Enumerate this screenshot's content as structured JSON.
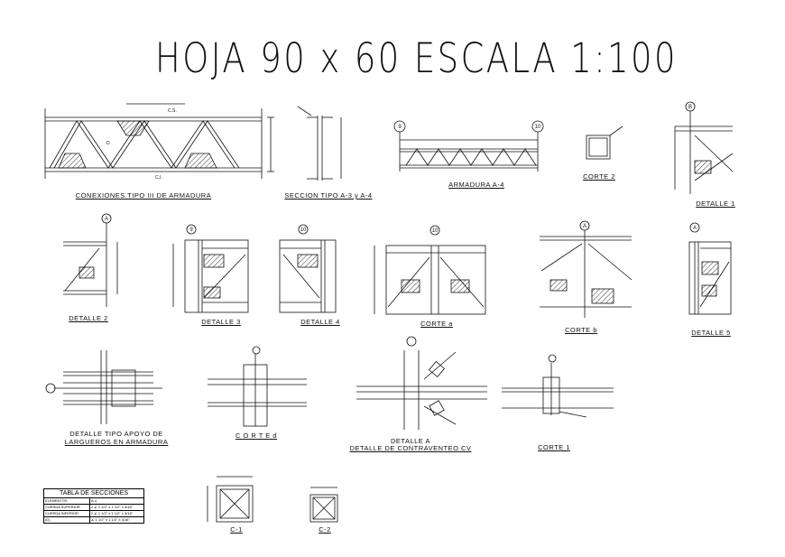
{
  "title": "HOJA  90 x 60 ESCALA  1:100",
  "labels": {
    "conexiones": "CONEXIONES TIPO III DE ARMADURA",
    "seccion_tipo": "SECCION TIPO A-3  y A-4",
    "armadura": "ARMADURA A-4",
    "corte2": "CORTE 2",
    "detalle1": "DETALLE 1",
    "detalle2": "DETALLE 2",
    "detalle3": "DETALLE 3",
    "detalle4": "DETALLE 4",
    "corte_a": "CORTE a",
    "corte_b": "CORTE b",
    "detalle5": "DETALLE 5",
    "detalle_tipo_apoyo_l1": "DETALLE TIPO APOYO DE",
    "detalle_tipo_apoyo_l2": "LARGUEROS EN ARMADURA",
    "corte_d": "C O R T E  d",
    "detalle_a_l1": "DETALLE A",
    "detalle_a_l2": "DETALLE DE CONTRAVENTEO CV",
    "corte1": "CORTE 1",
    "c1": "C-1",
    "c2": "C-2"
  },
  "markers": {
    "detalle1_axis": "B",
    "detalle2_axis": "A",
    "detalle3_axis": "9",
    "detalle4_axis": "10",
    "corte_a_axis": "10",
    "corte_b_axis": "A",
    "detalle5_axis": "A",
    "armadura_left_axis": "9",
    "armadura_right_axis": "10"
  },
  "annotations": {
    "cs": "C.S.",
    "ci": "C.I.",
    "d": "D"
  },
  "table": {
    "title": "TABLA DE SECCIONES",
    "header": [
      "ELEMENTOS",
      "A-4"
    ],
    "rows": [
      [
        "CUERDA SUPERIOR",
        "2 ∠ 1 1/2\" x 1 1/2\" x 3/16\""
      ],
      [
        "CUERDA INFERIOR",
        "2 ∠ 1 1/2\" x 1 1/2\" x 3/16\""
      ],
      [
        "(D)",
        "∠ 1 1/2\" x 1 1/2\" x 3/16\""
      ]
    ]
  }
}
